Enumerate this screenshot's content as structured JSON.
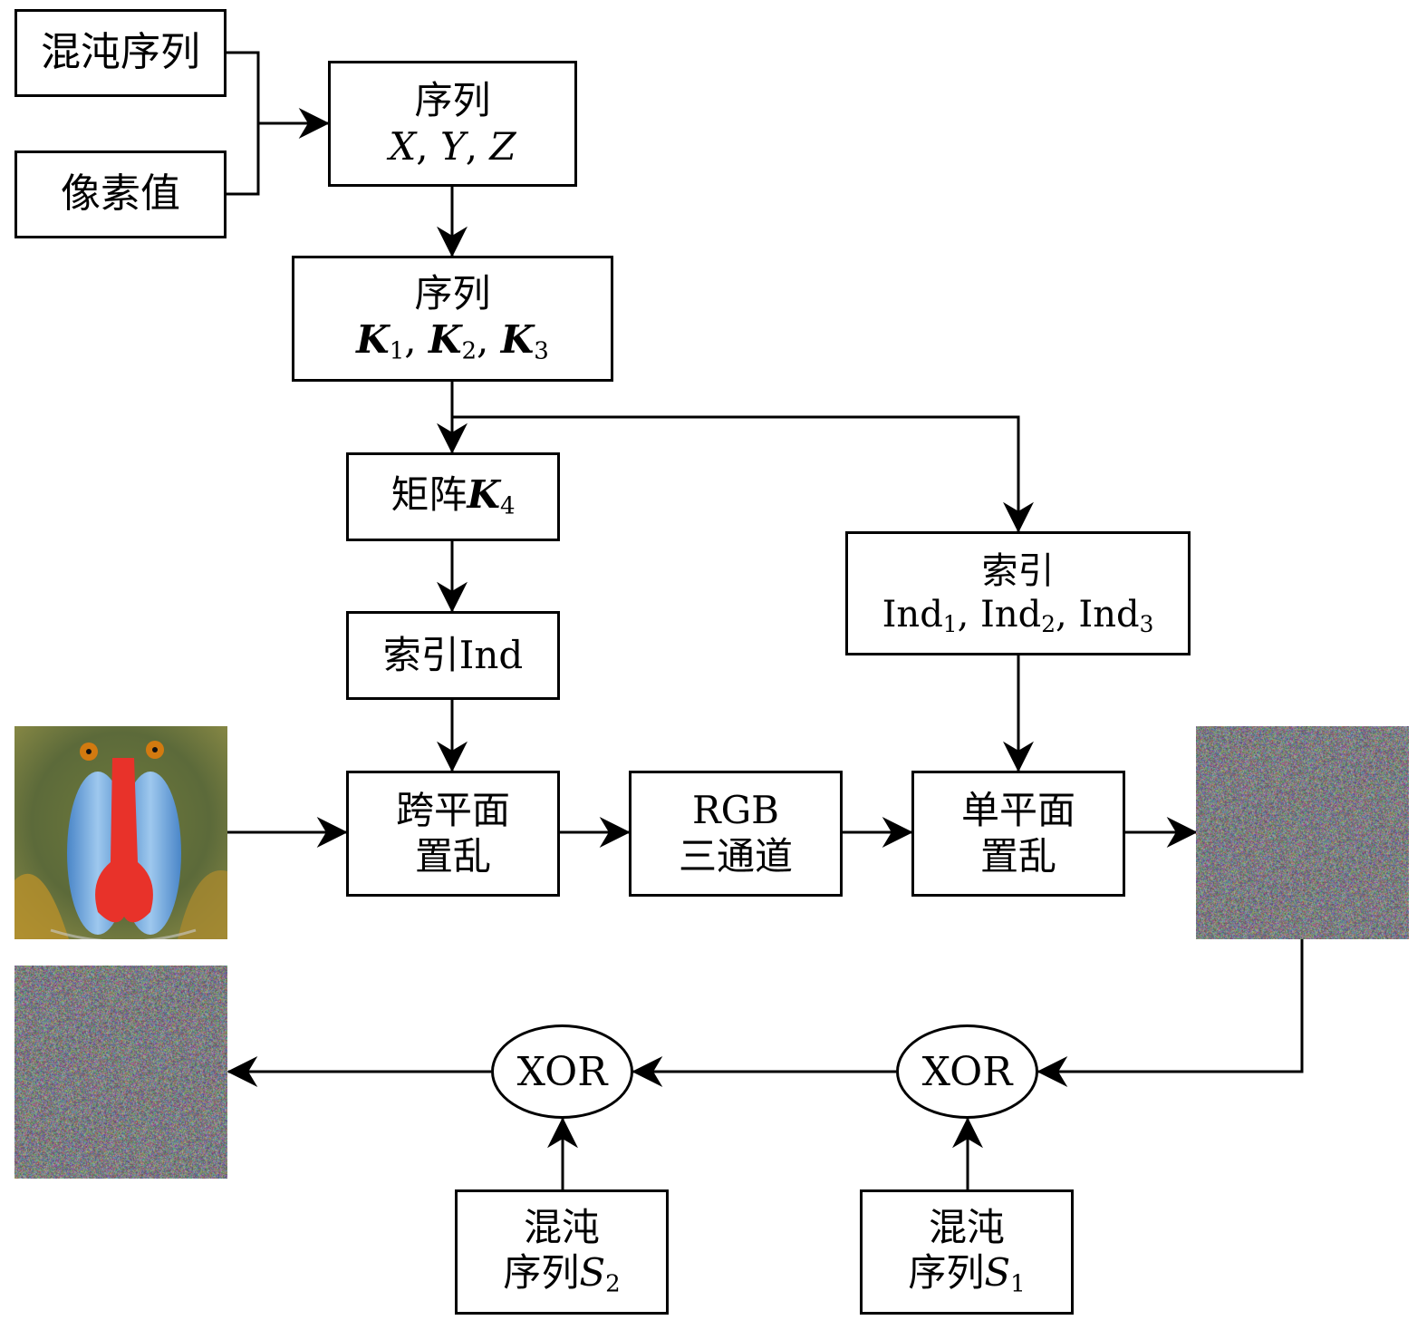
{
  "diagram": {
    "nodes": {
      "chaos_seq": {
        "label": "混沌序列"
      },
      "pixel_value": {
        "label": "像素值"
      },
      "seq_xyz": {
        "line1": "序列",
        "vars": [
          "X",
          "Y",
          "Z"
        ]
      },
      "seq_k123": {
        "line1": "序列",
        "symbol": "K",
        "subs": [
          "1",
          "2",
          "3"
        ]
      },
      "matrix_k4": {
        "prefix": "矩阵",
        "symbol": "K",
        "sub": "4"
      },
      "index_ind": {
        "label": "索引Ind"
      },
      "index_ind123": {
        "line1": "索引",
        "base": "Ind",
        "subs": [
          "1",
          "2",
          "3"
        ]
      },
      "cross_plane": {
        "line1": "跨平面",
        "line2": "置乱"
      },
      "rgb": {
        "line1": "RGB",
        "line2": "三通道"
      },
      "single_plane": {
        "line1": "单平面",
        "line2": "置乱"
      },
      "xor_left": {
        "label": "XOR"
      },
      "xor_right": {
        "label": "XOR"
      },
      "chaos_s2": {
        "line1": "混沌",
        "line2": "序列",
        "symbol": "S",
        "sub": "2"
      },
      "chaos_s1": {
        "line1": "混沌",
        "line2": "序列",
        "symbol": "S",
        "sub": "1"
      }
    },
    "images": {
      "original": "mandrill-image",
      "scrambled": "scrambled-noise-image",
      "encrypted": "encrypted-noise-image"
    },
    "edges": [
      [
        "chaos_seq",
        "seq_xyz"
      ],
      [
        "pixel_value",
        "seq_xyz"
      ],
      [
        "seq_xyz",
        "seq_k123"
      ],
      [
        "seq_k123",
        "matrix_k4"
      ],
      [
        "seq_k123",
        "index_ind123"
      ],
      [
        "matrix_k4",
        "index_ind"
      ],
      [
        "index_ind",
        "cross_plane"
      ],
      [
        "original",
        "cross_plane"
      ],
      [
        "cross_plane",
        "rgb"
      ],
      [
        "rgb",
        "single_plane"
      ],
      [
        "index_ind123",
        "single_plane"
      ],
      [
        "single_plane",
        "scrambled"
      ],
      [
        "scrambled",
        "xor_right"
      ],
      [
        "chaos_s1",
        "xor_right"
      ],
      [
        "xor_right",
        "xor_left"
      ],
      [
        "chaos_s2",
        "xor_left"
      ],
      [
        "xor_left",
        "encrypted"
      ]
    ],
    "colors": {
      "stroke": "#000000",
      "background": "#ffffff"
    }
  }
}
